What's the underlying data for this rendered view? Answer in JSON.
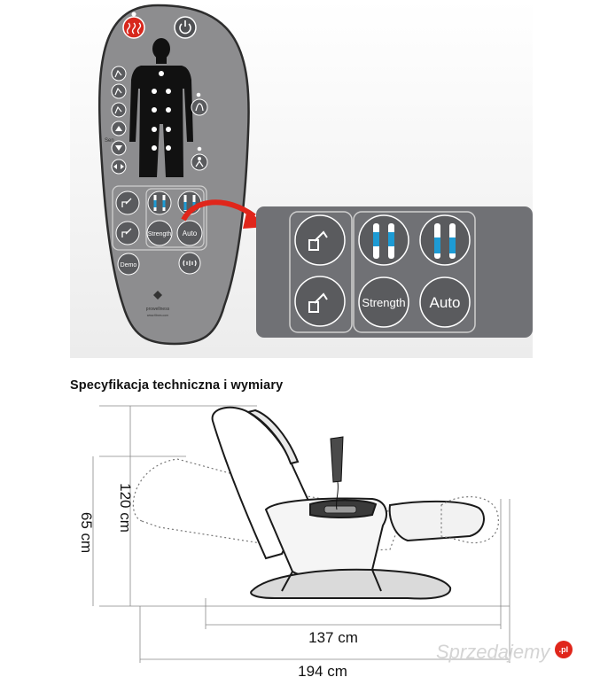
{
  "remote": {
    "brand": "prowellness",
    "brand_url": "www.fitnes.com",
    "side_label": "Sen",
    "buttons": {
      "power": "power-icon",
      "heat": "heat-icon",
      "strength": "Strength",
      "auto": "Auto",
      "demo": "Demo",
      "sound": "sound-icon"
    }
  },
  "zoom": {
    "strength": "Strength",
    "auto": "Auto"
  },
  "specs": {
    "heading": "Specyfikacja techniczna i wymiary",
    "height_upright": "120 cm",
    "height_reclined": "65 cm",
    "depth_upright": "137 cm",
    "depth_reclined": "194 cm"
  },
  "watermark": {
    "text": "Sprzedajemy",
    "badge": ".pl"
  },
  "colors": {
    "remote_body": "#8d8d8f",
    "panel_bg": "#f1f1f1",
    "button_dark": "#4e4f52",
    "accent_red": "#e0261b",
    "leg_blue": "#1d9bd4"
  }
}
